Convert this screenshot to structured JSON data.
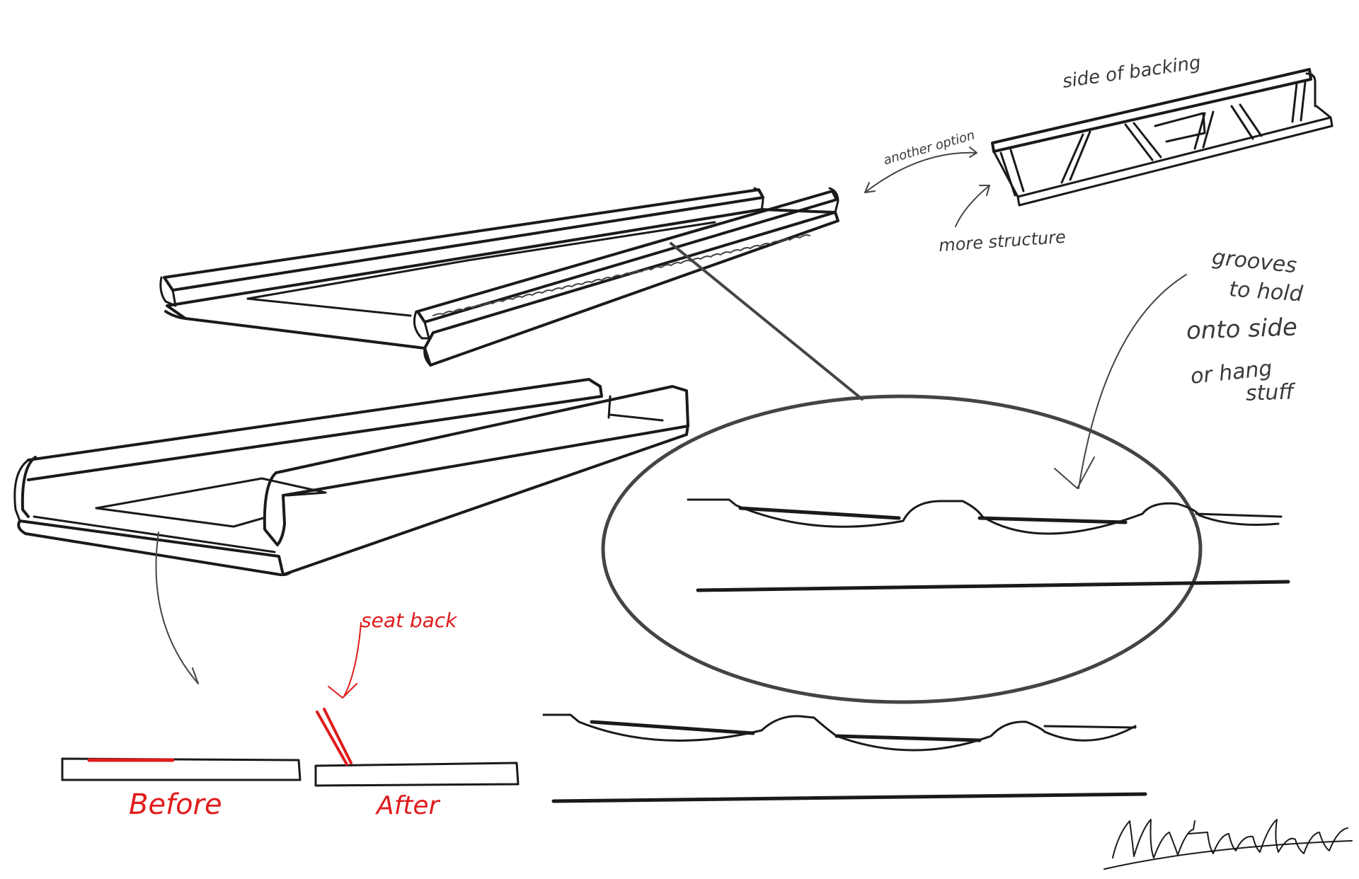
{
  "notes": {
    "side_of_backing": "side of backing",
    "another_option": "another option",
    "more_structure": "more structure",
    "grooves": [
      "grooves",
      "to hold",
      "onto side",
      "or hang",
      "stuff"
    ],
    "seat_back": "seat back",
    "before": "Before",
    "after": "After"
  },
  "signature": "Matthew Walker",
  "colors": {
    "ink": "#1a1a1a",
    "annotation_red": "#e01b1b",
    "background": "#ffffff"
  }
}
